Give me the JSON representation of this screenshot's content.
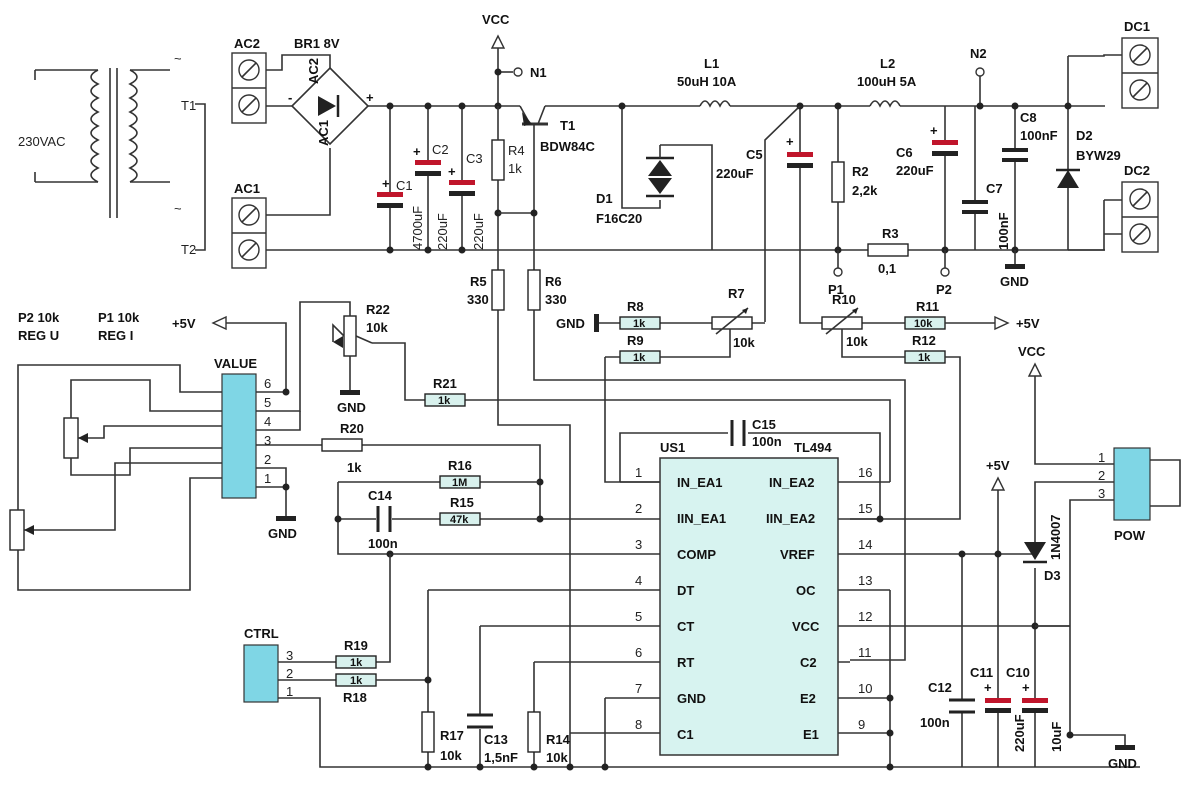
{
  "labels": {
    "vcc_top": "VCC",
    "vcc_right": "VCC",
    "n1": "N1",
    "n2": "N2",
    "plus5v_left": "+5V",
    "plus5v_mid": "+5V",
    "plus5v_right": "+5V",
    "gnd_r8": "GND",
    "gnd_value": "GND",
    "gnd_r22": "GND",
    "gnd_dc": "GND",
    "gnd_bottom": "GND",
    "mains": "230VAC",
    "tilde_top": "~",
    "tilde_bot": "~",
    "t1_winding": "T1",
    "t2_winding": "T2",
    "ac2": "AC2",
    "ac1": "AC1",
    "br1": "BR1 8V",
    "br_ac2": "AC2",
    "br_ac1": "AC1",
    "br_minus": "-",
    "br_plus": "+",
    "dc1": "DC1",
    "dc2": "DC2",
    "value_conn": "VALUE",
    "ctrl_conn": "CTRL",
    "pow_conn": "POW",
    "p2_note": "P2 10k",
    "p2_note2": "REG U",
    "p1_note": "P1 10k",
    "p1_note2": "REG I",
    "p1": "P1",
    "p2": "P2"
  },
  "components": {
    "c1": "C1",
    "c1v": "4700uF",
    "c2": "C2",
    "c2v": "220uF",
    "c3": "C3",
    "c3v": "220uF",
    "r4": "R4",
    "r4v": "1k",
    "t1": "T1",
    "t1v": "BDW84C",
    "l1": "L1",
    "l1v": "50uH 10A",
    "l2": "L2",
    "l2v": "100uH 5A",
    "d1": "D1",
    "d1v": "F16C20",
    "c5": "C5",
    "c5v": "220uF",
    "r2": "R2",
    "r2v": "2,2k",
    "c6": "C6",
    "c6v": "220uF",
    "c7": "C7",
    "c7v": "100nF",
    "c8": "C8",
    "c8v": "100nF",
    "d2": "D2",
    "d2v": "BYW29",
    "r3": "R3",
    "r3v": "0,1",
    "r5": "R5",
    "r5v": "330",
    "r6": "R6",
    "r6v": "330",
    "r8": "R8",
    "r8v": "1k",
    "r7": "R7",
    "r7v": "10k",
    "r9": "R9",
    "r9v": "1k",
    "r10": "R10",
    "r10v": "10k",
    "r11": "R11",
    "r11v": "10k",
    "r12": "R12",
    "r12v": "1k",
    "r22": "R22",
    "r22v": "10k",
    "r21": "R21",
    "r21v": "1k",
    "r20": "R20",
    "r20v": "1k",
    "r16": "R16",
    "r16v": "1M",
    "r15": "R15",
    "r15v": "47k",
    "c14": "C14",
    "c14v": "100n",
    "c15": "C15",
    "c15v": "100n",
    "r19": "R19",
    "r19v": "1k",
    "r18": "R18",
    "r18v": "1k",
    "r17": "R17",
    "r17v": "10k",
    "c13": "C13",
    "c13v": "1,5nF",
    "r14": "R14",
    "r14v": "10k",
    "c12": "C12",
    "c12v": "100n",
    "c11": "C11",
    "c11v": "220uF",
    "c10": "C10",
    "c10v": "10uF",
    "d3": "D3",
    "d3v": "1N4007"
  },
  "ic": {
    "ref": "US1",
    "part": "TL494",
    "left_pins": [
      {
        "num": "1",
        "name": "IN_EA1"
      },
      {
        "num": "2",
        "name": "IIN_EA1"
      },
      {
        "num": "3",
        "name": "COMP"
      },
      {
        "num": "4",
        "name": "DT"
      },
      {
        "num": "5",
        "name": "CT"
      },
      {
        "num": "6",
        "name": "RT"
      },
      {
        "num": "7",
        "name": "GND"
      },
      {
        "num": "8",
        "name": "C1"
      }
    ],
    "right_pins": [
      {
        "num": "16",
        "name": "IN_EA2"
      },
      {
        "num": "15",
        "name": "IIN_EA2"
      },
      {
        "num": "14",
        "name": "VREF"
      },
      {
        "num": "13",
        "name": "OC"
      },
      {
        "num": "12",
        "name": "VCC"
      },
      {
        "num": "11",
        "name": "C2"
      },
      {
        "num": "10",
        "name": "E2"
      },
      {
        "num": "9",
        "name": "E1"
      }
    ]
  },
  "value_pins": [
    "6",
    "5",
    "4",
    "3",
    "2",
    "1"
  ],
  "ctrl_pins": [
    "3",
    "2",
    "1"
  ],
  "pow_pins": [
    "1",
    "2",
    "3"
  ],
  "colors": {
    "capacitor_polarized": "#c0152b",
    "connector": "#7fd6e5",
    "ic_body": "#d7f3f0",
    "wire": "#333333"
  }
}
